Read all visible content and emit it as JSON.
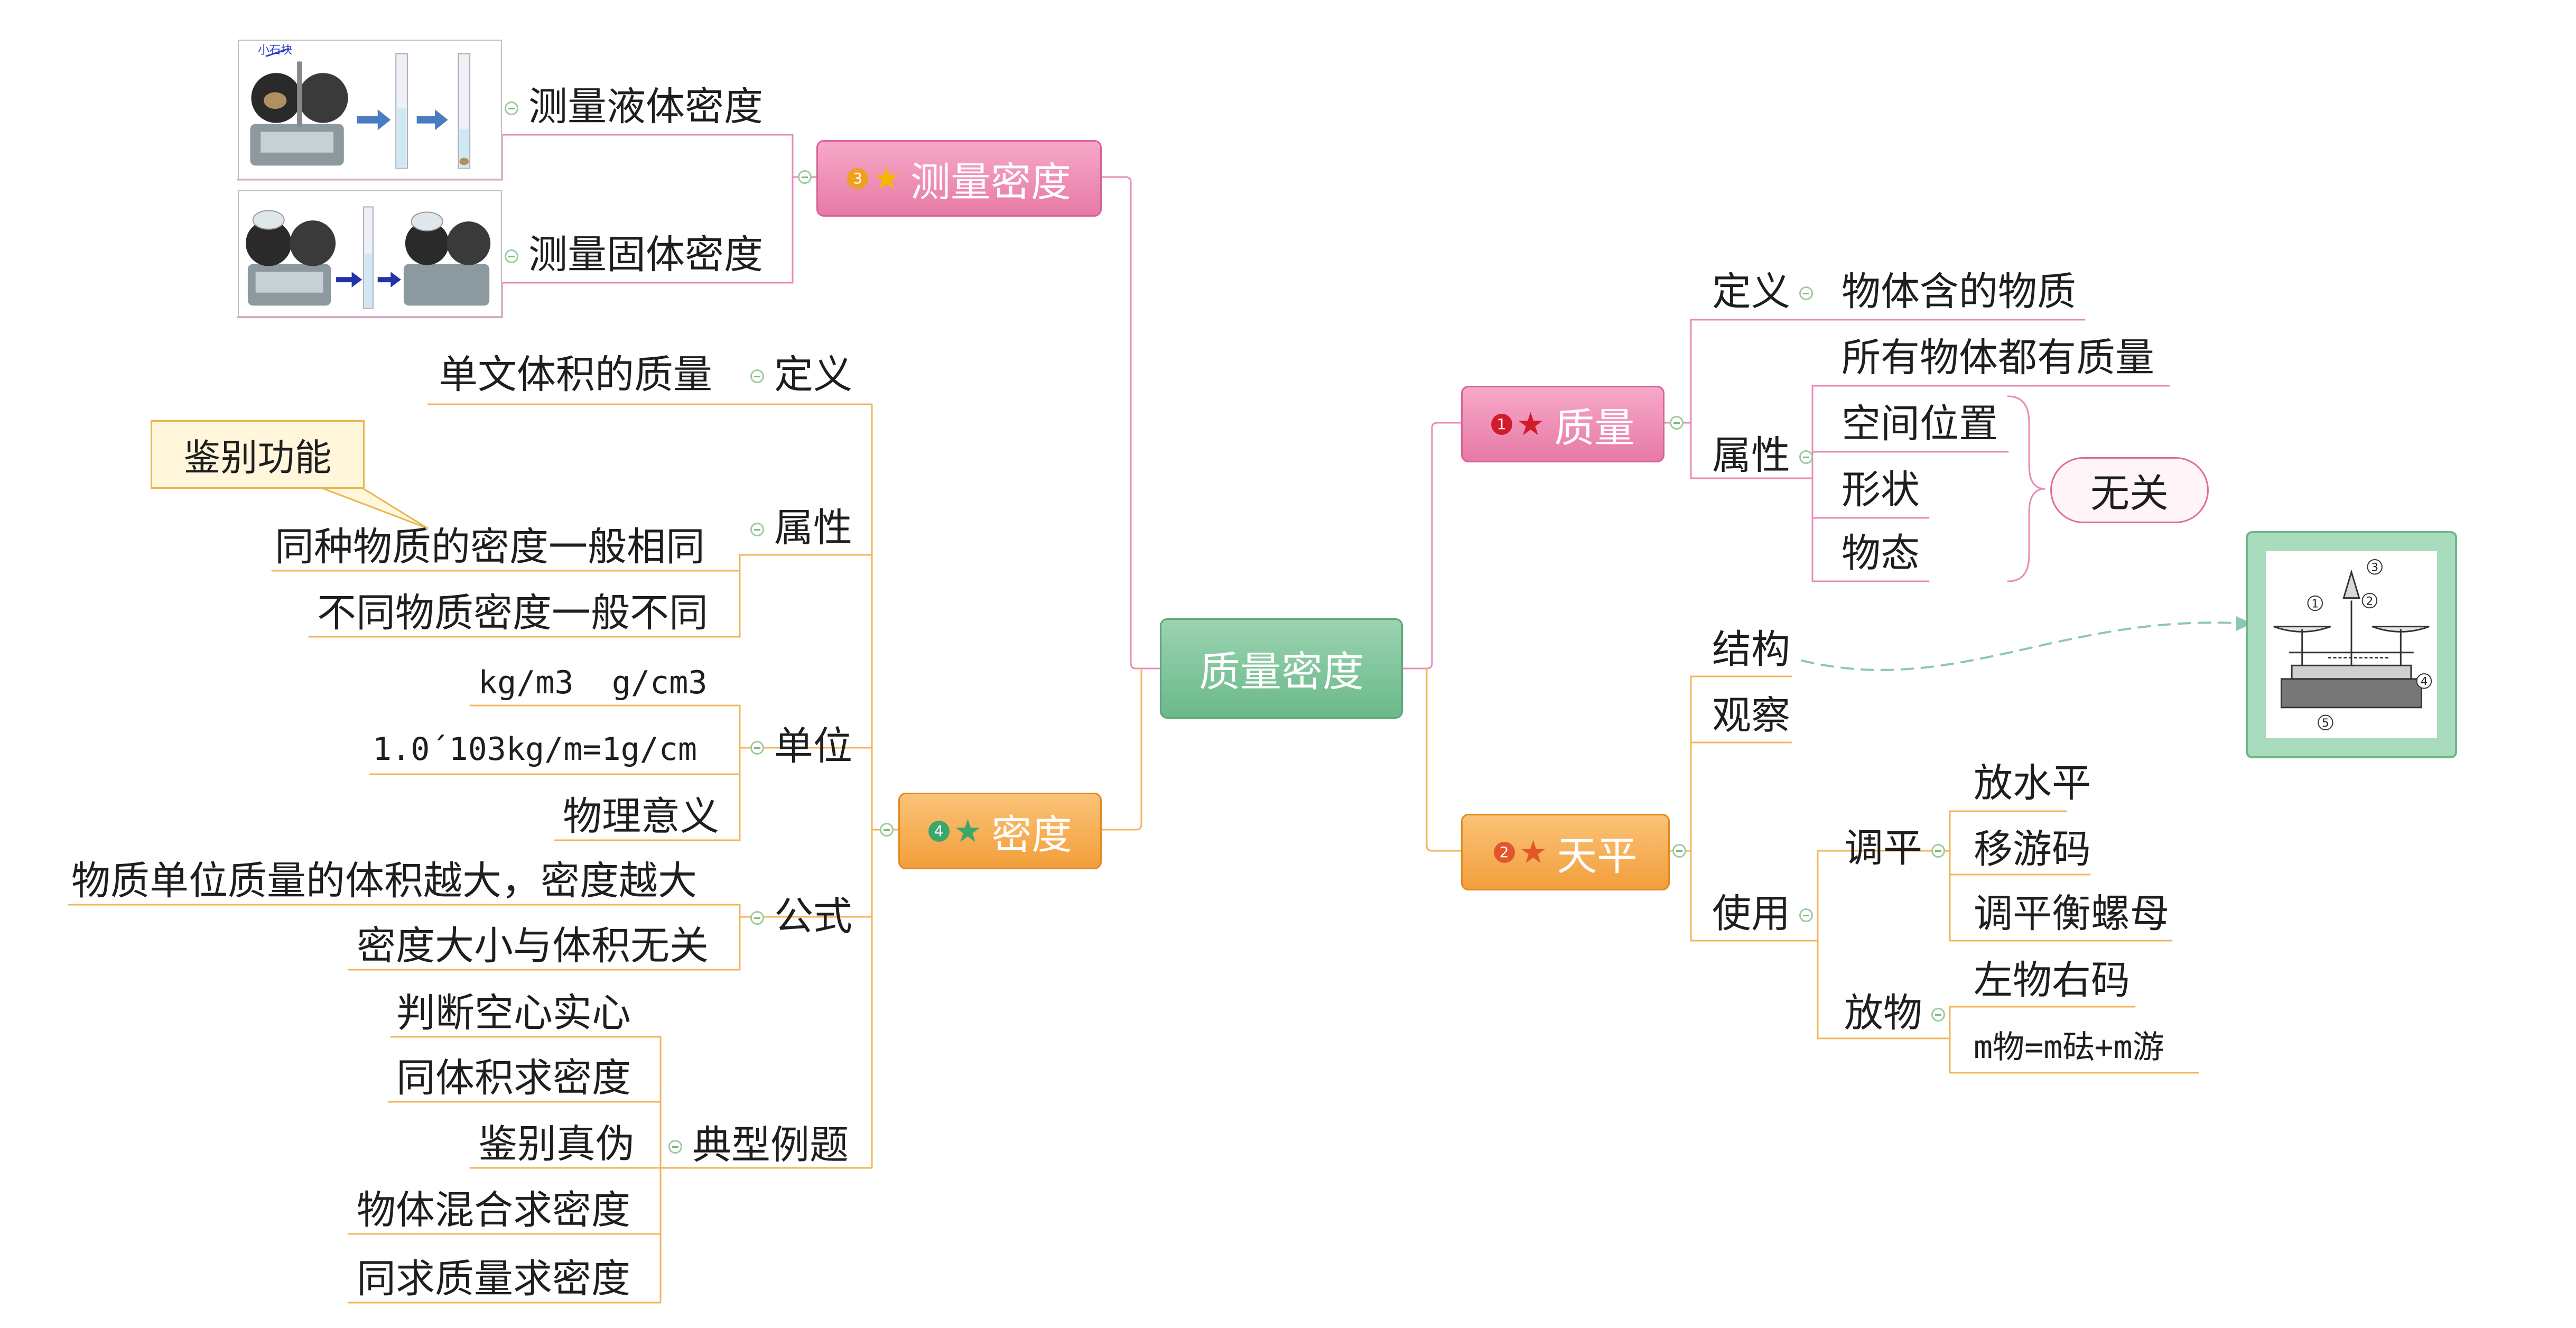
{
  "central": "质量密度",
  "branches": {
    "measure": {
      "badge": "3",
      "title": "测量密度",
      "liquid": "测量液体密度",
      "solid": "测量固体密度",
      "photo_label": "小石块"
    },
    "density": {
      "badge": "4",
      "title": "密度",
      "definition": {
        "label": "定义",
        "text": "单文体积的质量"
      },
      "property": {
        "label": "属性",
        "callout": "鉴别功能",
        "items": [
          "同种物质的密度一般相同",
          "不同物质密度一般不同"
        ]
      },
      "unit": {
        "label": "单位",
        "items": [
          "kg/m3  g/cm3",
          "1.0´103kg/m=1g/cm",
          "物理意义"
        ]
      },
      "formula": {
        "label": "公式",
        "items": [
          "物质单位质量的体积越大，密度越大",
          "密度大小与体积无关"
        ]
      },
      "examples": {
        "label": "典型例题",
        "items": [
          "判断空心实心",
          "同体积求密度",
          "鉴别真伪",
          "物体混合求密度",
          "同求质量求密度"
        ]
      }
    },
    "mass": {
      "badge": "1",
      "title": "质量",
      "definition": {
        "label": "定义",
        "text": "物体含的物质"
      },
      "property": {
        "label": "属性",
        "all_have": "所有物体都有质量",
        "items": [
          "空间位置",
          "形状",
          "物态"
        ],
        "irrelevant": "无关"
      }
    },
    "balance": {
      "badge": "2",
      "title": "天平",
      "structure": "结构",
      "observe": "观察",
      "use": {
        "label": "使用",
        "adjust": {
          "label": "调平",
          "items": [
            "放水平",
            "移游码",
            "调平衡螺母"
          ]
        },
        "place": {
          "label": "放物",
          "items": [
            "左物右码",
            "m物=m砝+m游"
          ]
        }
      },
      "figure_numbers": [
        "1",
        "2",
        "3",
        "4",
        "5"
      ]
    }
  },
  "colors": {
    "central": "#7cc49a",
    "measure": "#ec8db6",
    "density": "#f5ad4f",
    "mass": "#ec8db6",
    "balance": "#f5ad4f",
    "pink_line": "#e88ab8",
    "orange_line": "#f3b45a"
  }
}
